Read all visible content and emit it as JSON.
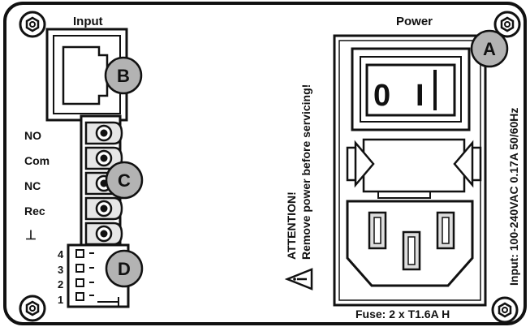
{
  "labels": {
    "input": "Input",
    "power": "Power",
    "fuse": "Fuse: 2 x T1.6A H",
    "input_rating": "Input: 100-240VAC 0.17A 50/60Hz",
    "attention": "ATTENTION!",
    "remove_power": "Remove power before servicing!",
    "switch_off": "0",
    "switch_on": "I"
  },
  "terminals": [
    "NO",
    "Com",
    "NC",
    "Rec",
    "⊥"
  ],
  "dip_numbers": [
    "4",
    "3",
    "2",
    "1"
  ],
  "callouts": [
    "A",
    "B",
    "C",
    "D"
  ],
  "icons": {
    "screw": "screw-icon",
    "warning": "warning-triangle-icon",
    "ground": "ground-icon"
  },
  "colors": {
    "callout_fill": "#b3b3b3",
    "panel_stroke": "#111111",
    "terminal_fill": "#e6e6e6"
  }
}
